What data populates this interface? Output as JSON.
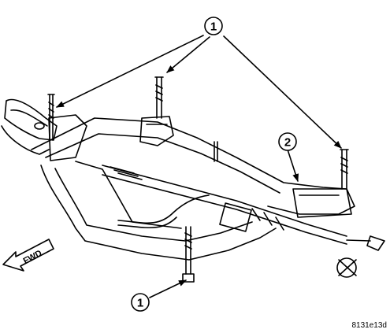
{
  "callouts": [
    {
      "number": "1",
      "item": "mounting-bolts-top"
    },
    {
      "number": "2",
      "item": "front-crossmember"
    },
    {
      "number": "1",
      "item": "mounting-bolt-bottom"
    }
  ],
  "direction_label": "FWD",
  "figure_code": "8131e13d"
}
